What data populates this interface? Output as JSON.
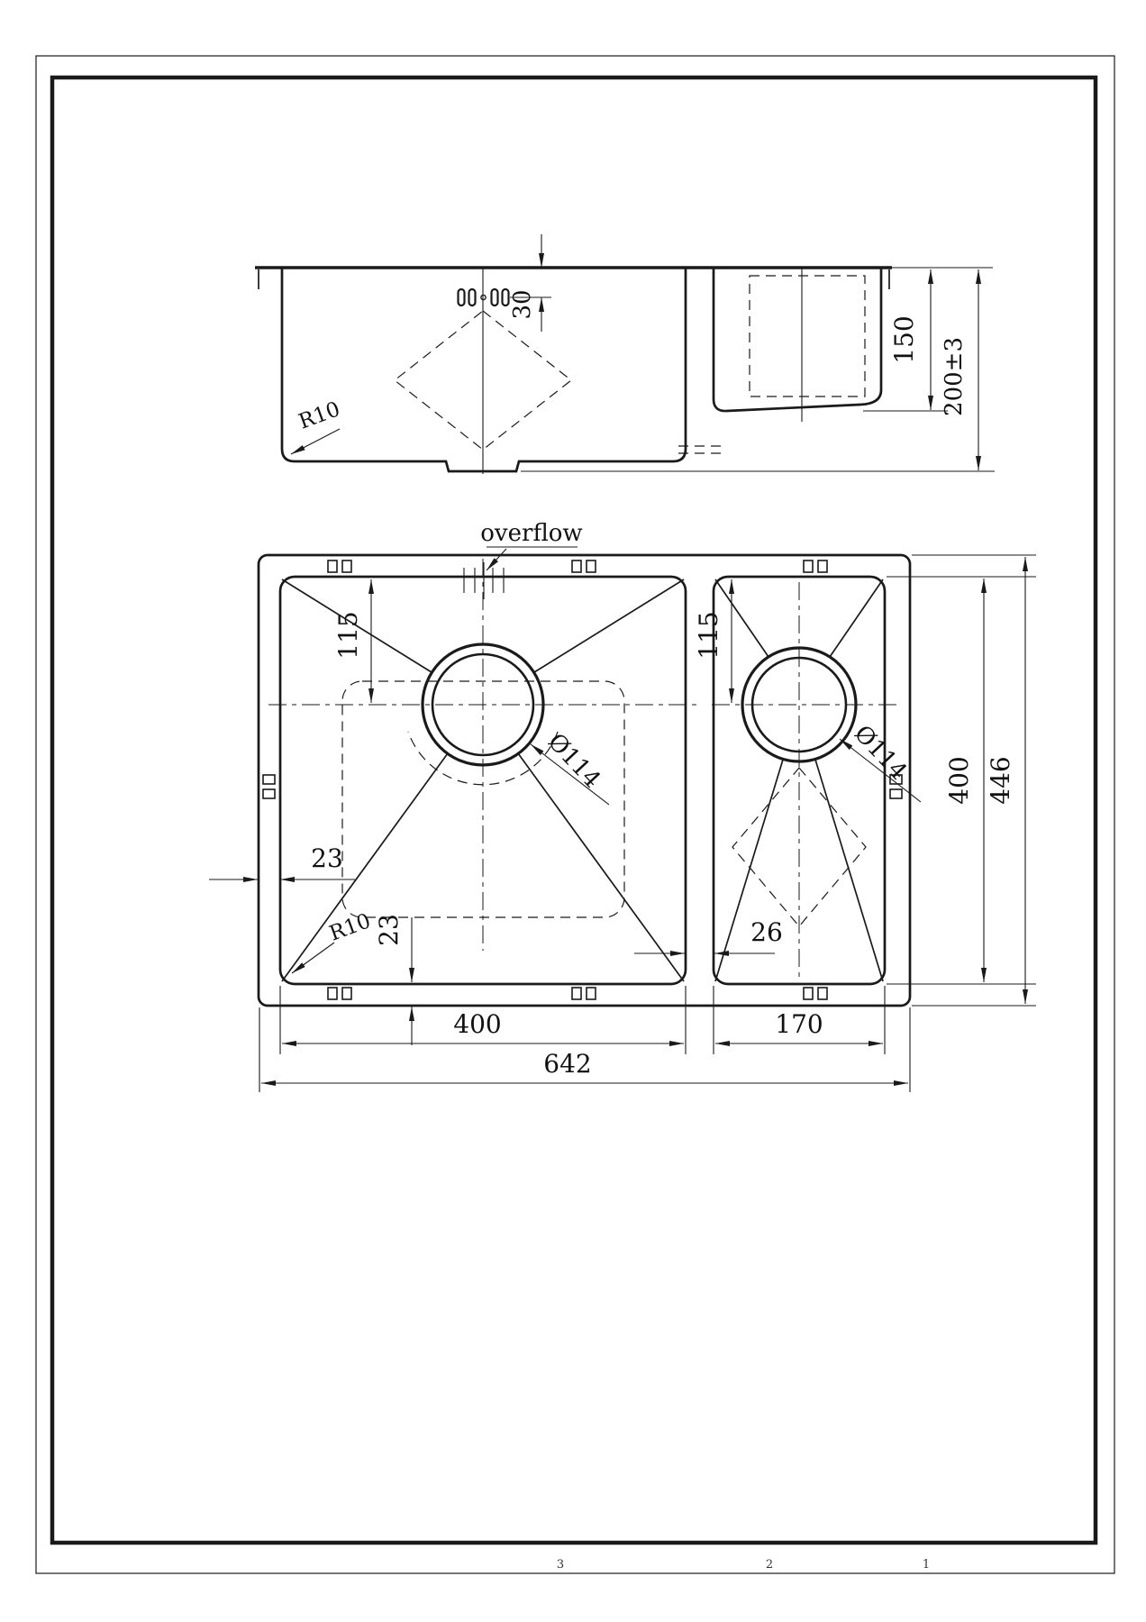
{
  "page": {
    "background": "#ffffff",
    "line_color": "#1a1a1a"
  },
  "side_view": {
    "hole_offset": "30",
    "corner_radius": "R10",
    "small_bowl_depth": "150",
    "overall_depth": "200±3"
  },
  "plan_view": {
    "overflow_label": "overflow",
    "main_drain_offset": "115",
    "small_drain_offset": "115",
    "main_drain_diameter": "Ø114",
    "small_drain_diameter": "Ø114",
    "left_edge_gap": "23",
    "corner_radius": "R10",
    "bottom_edge_gap": "23",
    "divider_gap": "26",
    "main_bowl_width": "400",
    "small_bowl_width": "170",
    "overall_width": "642",
    "bowl_length": "400",
    "overall_length": "446"
  },
  "frame": {
    "zone_markers": [
      "3",
      "2",
      "1"
    ]
  }
}
